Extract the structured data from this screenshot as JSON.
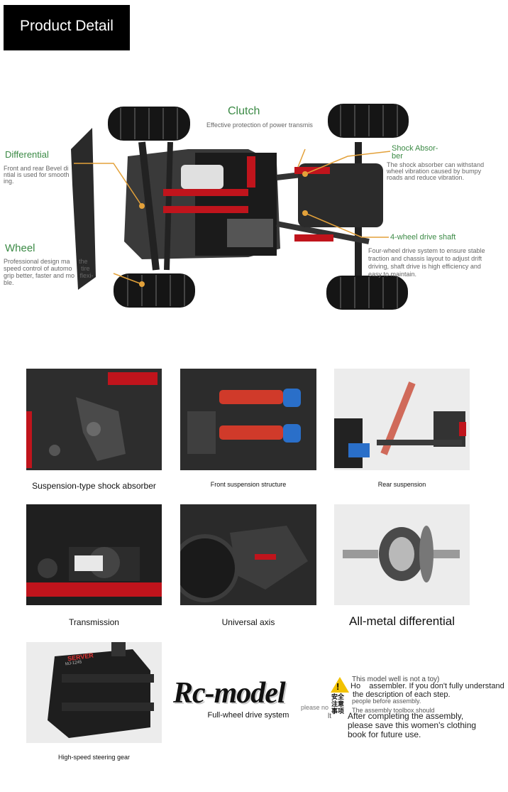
{
  "header": {
    "title": "Product Detail"
  },
  "callouts": {
    "clutch": {
      "title": "Clutch",
      "desc": "Effective protection of power transmis"
    },
    "differential": {
      "title": "Differential",
      "desc1": "Front and rear Bevel di",
      "desc2": "ntial is used for smooth",
      "desc3": "ing."
    },
    "shock": {
      "title1": "Shock Absor-",
      "title2": "ber",
      "desc1": "The shock absorber can withstand",
      "desc2": "wheel vibration caused by bumpy",
      "desc3": "roads and reduce vibration."
    },
    "wheel": {
      "title": "Wheel",
      "desc1": "Professional design ma     the",
      "desc2": "speed control of automo     tire",
      "desc3": "grip better, faster and mo   flexi-",
      "desc4": "ble."
    },
    "shaft": {
      "title": "4-wheel drive shaft",
      "desc1": "Four-wheel drive system to ensure stable",
      "desc2": "traction and chassis layout to adjust drift",
      "desc3": "driving, shaft drive is high efficiency and",
      "desc4": "easy to maintain."
    }
  },
  "gallery": {
    "suspension_shock": "Suspension-type shock absorber",
    "front_suspension": "Front suspension structure",
    "rear_suspension": "Rear suspension",
    "transmission": "Transmission",
    "universal_axis": "Universal axis",
    "metal_differential": "All-metal differential",
    "steering_gear": "High-speed steering gear",
    "full_wheel": "Full-wheel drive system"
  },
  "servo_label": "SERVER",
  "servo_model": "MJ-1245",
  "watermark": "Rc-model",
  "notice": {
    "line1": "This model well is not a toy)",
    "line2": "Ho    assembler. If you don't fully understand",
    "line3": "the description of each step.",
    "line4": "people before assembly.",
    "line5": "The assembly toolbox should",
    "line6": "After completing the assembly,",
    "line7": "please save this women's clothing",
    "line8": "book for future use.",
    "ghost1": "please no",
    "ghost2": "lt",
    "ghost3": "Ar"
  },
  "warning_glyph": "!",
  "warning_cjk": "安全注意事项",
  "colors": {
    "header_bg": "#000000",
    "callout_green": "#3b8a45",
    "spring_red": "#c0141c",
    "accent_blue": "#2a6fc9"
  }
}
